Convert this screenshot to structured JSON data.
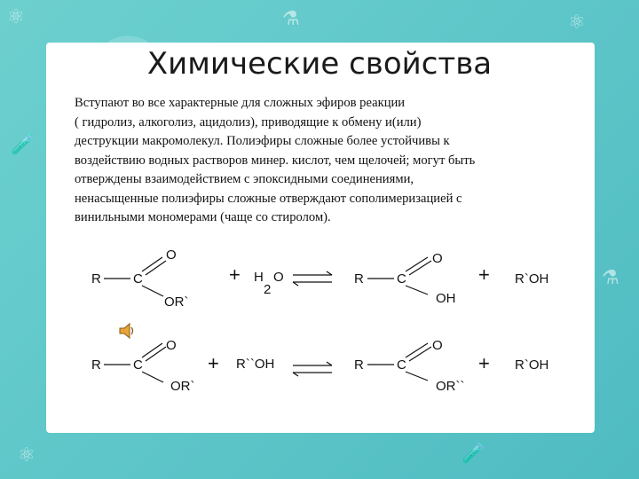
{
  "slide": {
    "title": "Химические свойства",
    "paragraph_lines": [
      "Вступают во все характерные для сложных эфиров реакции",
      "( гидролиз, алкоголиз, ацидолиз), приводящие к обмену и(или)",
      "деструкции макромолекул. Полиэфиры сложные более устойчивы к",
      "воздействию водных растворов минер. кислот, чем щелочей; могут быть",
      "отверждены взаимодействием с эпоксидными соединениями,",
      "ненасыщенные полиэфиры сложные отверждают сополимеризацией с",
      "винильными мономерами (чаще со стиролом)."
    ]
  },
  "reactions": {
    "r1": {
      "ester_r": "R",
      "ester_c": "C",
      "ester_o": "O",
      "ester_or": "OR`",
      "plus1": "+",
      "water_h": "H",
      "water_sub": "2",
      "water_o": "O",
      "prod_r": "R",
      "prod_c": "C",
      "prod_o": "O",
      "prod_oh": "OH",
      "plus2": "+",
      "alcohol": "R`OH"
    },
    "r2": {
      "ester_r": "R",
      "ester_c": "C",
      "ester_o": "O",
      "ester_or": "OR`",
      "plus1": "+",
      "reagent": "R``OH",
      "prod_r": "R",
      "prod_c": "C",
      "prod_o": "O",
      "prod_or": "OR``",
      "plus2": "+",
      "alcohol": "R`OH"
    }
  },
  "icons": [
    "speaker-icon",
    "flask-icon",
    "test-tube-icon",
    "atom-icon"
  ],
  "colors": {
    "frame": "#5fc6c8",
    "card": "#ffffff",
    "text": "#111111"
  }
}
